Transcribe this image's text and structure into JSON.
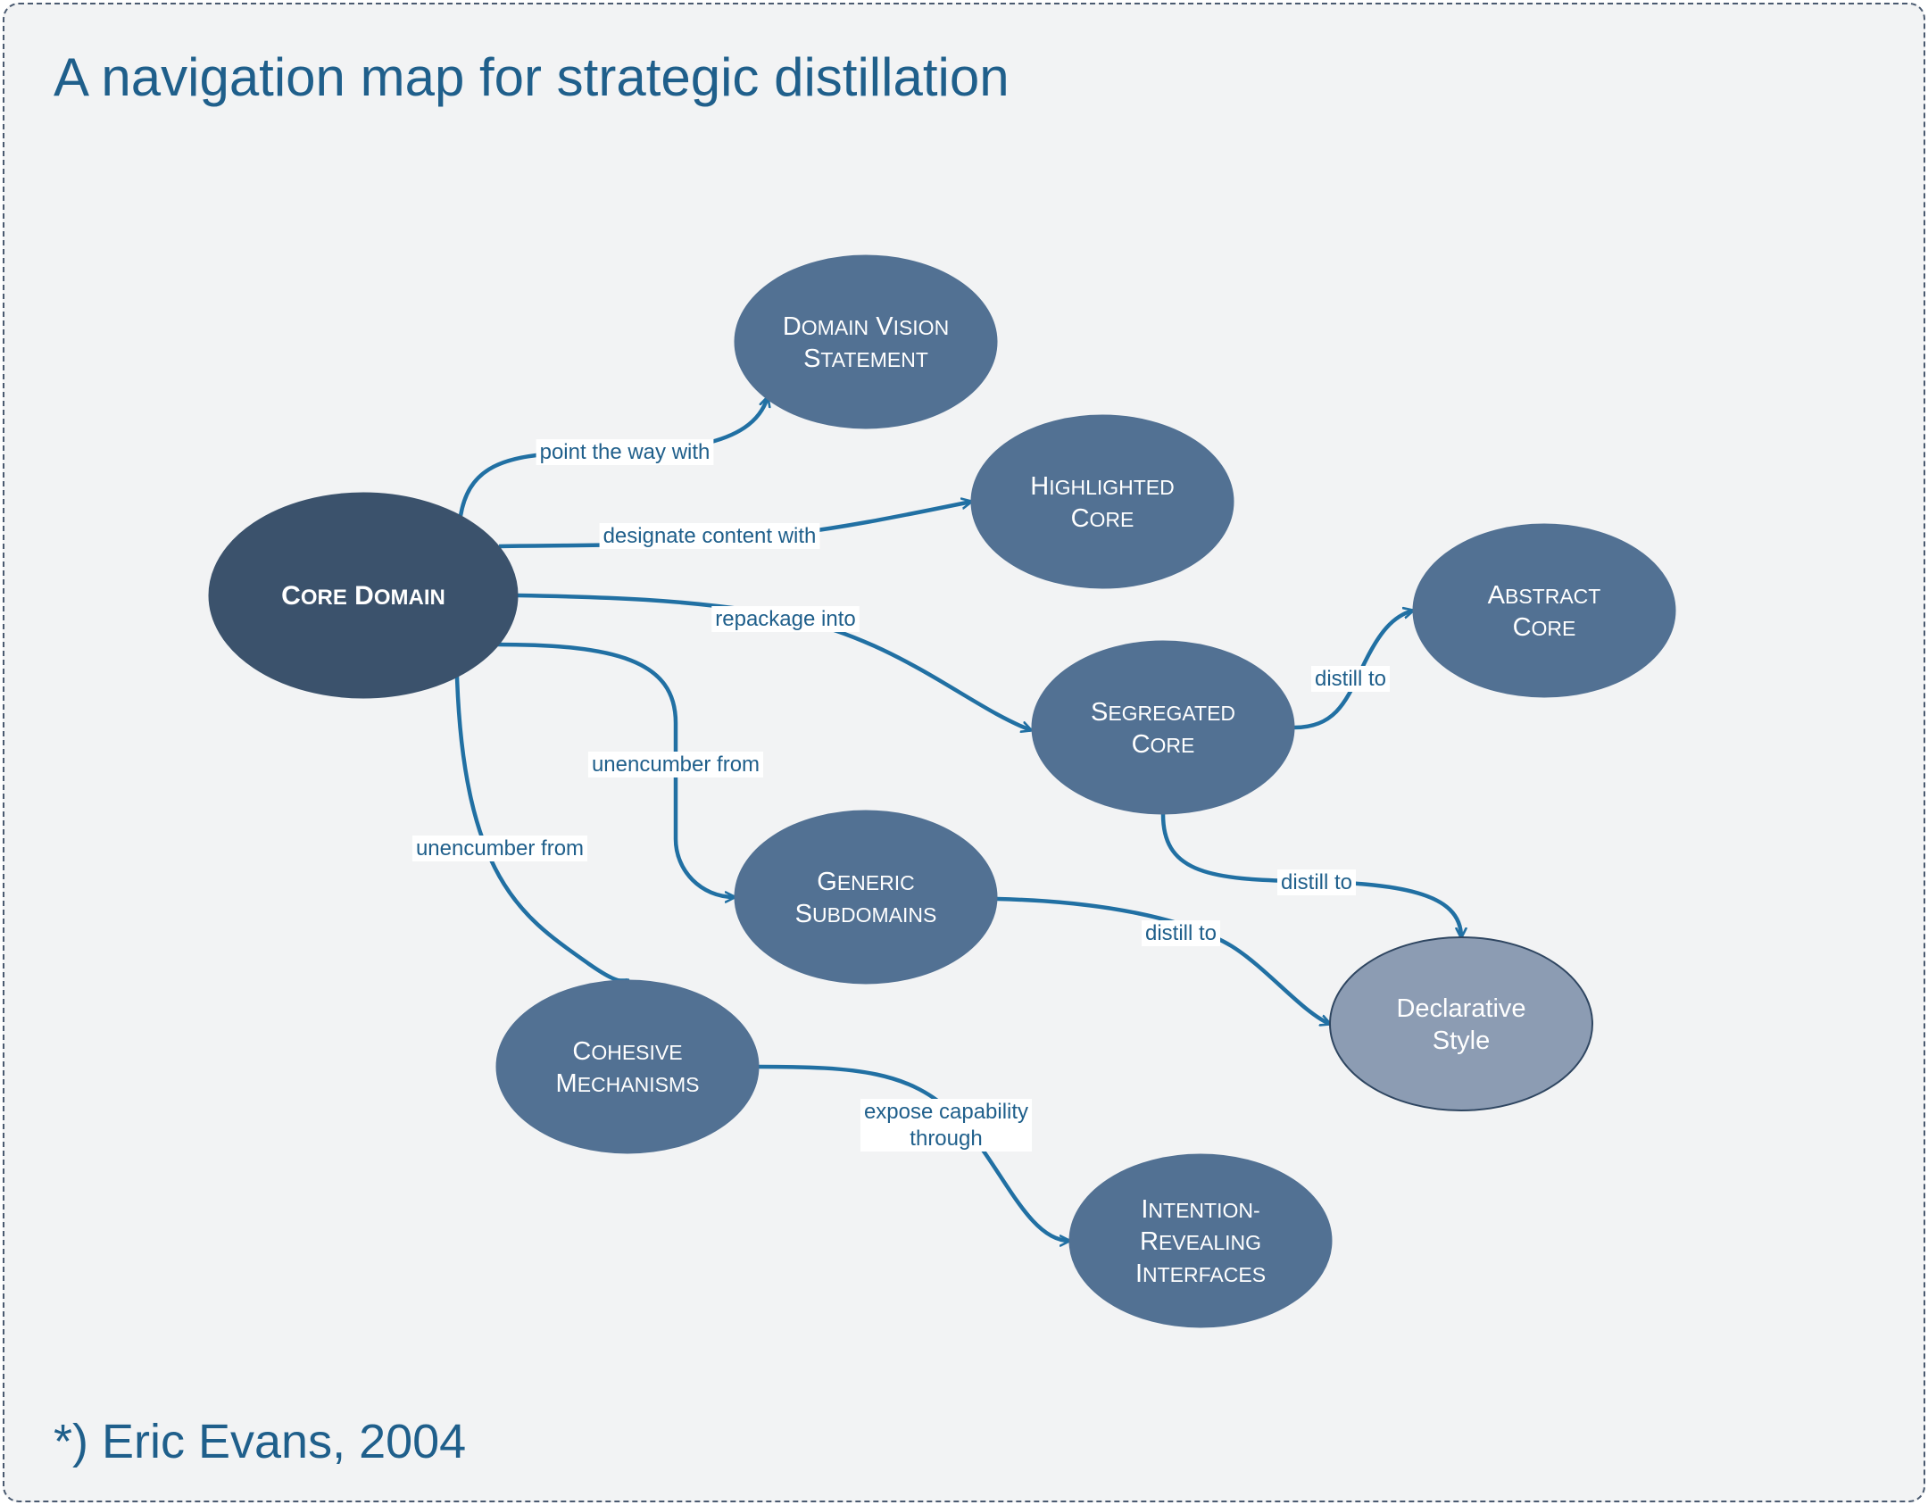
{
  "title": "A navigation map for strategic distillation",
  "credit": "*) Eric Evans, 2004",
  "colors": {
    "background": "#f2f3f4",
    "frame_border": "#4a5a70",
    "text_accent": "#1f5f8b",
    "edge": "#2170a3",
    "node_core": "#3b526c",
    "node_default": "#527193",
    "node_light": "#8c9cb3"
  },
  "nodes": [
    {
      "id": "core-domain",
      "lines": [
        [
          {
            "c": "C",
            "s": "Core"
          },
          {
            "c": "ORE",
            "s": "Core"
          },
          {
            "c": " D",
            "s": "Domain"
          },
          {
            "c": "OMAIN",
            "s": "Domain"
          }
        ]
      ],
      "style": "core"
    },
    {
      "id": "domain-vision-statement",
      "lines": [
        [
          {
            "c": "D",
            "s": "Domain"
          },
          {
            "c": "OMAIN",
            "s": "Domain"
          },
          {
            "c": " V",
            "s": "Vision"
          },
          {
            "c": "ISION",
            "s": "Vision"
          }
        ],
        [
          {
            "c": "S",
            "s": "Statement"
          },
          {
            "c": "TATEMENT",
            "s": "Statement"
          }
        ]
      ],
      "style": "default"
    },
    {
      "id": "highlighted-core",
      "lines": [
        [
          {
            "c": "H",
            "s": "Highlighted"
          },
          {
            "c": "IGHLIGHTED",
            "s": "Highlighted"
          }
        ],
        [
          {
            "c": "C",
            "s": "Core"
          },
          {
            "c": "ORE",
            "s": "Core"
          }
        ]
      ],
      "style": "default"
    },
    {
      "id": "abstract-core",
      "lines": [
        [
          {
            "c": "A",
            "s": "Abstract"
          },
          {
            "c": "BSTRACT",
            "s": "Abstract"
          }
        ],
        [
          {
            "c": "C",
            "s": "Core"
          },
          {
            "c": "ORE",
            "s": "Core"
          }
        ]
      ],
      "style": "default"
    },
    {
      "id": "segregated-core",
      "lines": [
        [
          {
            "c": "S",
            "s": "Segregated"
          },
          {
            "c": "EGREGATED",
            "s": "Segregated"
          }
        ],
        [
          {
            "c": "C",
            "s": "Core"
          },
          {
            "c": "ORE",
            "s": "Core"
          }
        ]
      ],
      "style": "default"
    },
    {
      "id": "generic-subdomains",
      "lines": [
        [
          {
            "c": "G",
            "s": "Generic"
          },
          {
            "c": "ENERIC",
            "s": "Generic"
          }
        ],
        [
          {
            "c": "S",
            "s": "Subdomains"
          },
          {
            "c": "UBDOMAINS",
            "s": "Subdomains"
          }
        ]
      ],
      "style": "default"
    },
    {
      "id": "declarative-style",
      "lines": [
        [
          {
            "c": "Declarative",
            "s": "Declarative"
          }
        ],
        [
          {
            "c": "Style",
            "s": "Style"
          }
        ]
      ],
      "style": "light"
    },
    {
      "id": "cohesive-mechanisms",
      "lines": [
        [
          {
            "c": "C",
            "s": "Cohesive"
          },
          {
            "c": "OHESIVE",
            "s": "Cohesive"
          }
        ],
        [
          {
            "c": "M",
            "s": "Mechanisms"
          },
          {
            "c": "ECHANISMS",
            "s": "Mechanisms"
          }
        ]
      ],
      "style": "default"
    },
    {
      "id": "intention-revealing-interfaces",
      "lines": [
        [
          {
            "c": "I",
            "s": "Intention-"
          },
          {
            "c": "NTENTION-",
            "s": "Intention-"
          }
        ],
        [
          {
            "c": "R",
            "s": "Revealing"
          },
          {
            "c": "EVEALING",
            "s": "Revealing"
          }
        ],
        [
          {
            "c": "I",
            "s": "Interfaces"
          },
          {
            "c": "NTERFACES",
            "s": "Interfaces"
          }
        ]
      ],
      "style": "default"
    }
  ],
  "edges": [
    {
      "from": "core-domain",
      "to": "domain-vision-statement",
      "label": [
        "point the way with"
      ]
    },
    {
      "from": "core-domain",
      "to": "highlighted-core",
      "label": [
        "designate content with"
      ]
    },
    {
      "from": "core-domain",
      "to": "segregated-core",
      "label": [
        "repackage into"
      ]
    },
    {
      "from": "core-domain",
      "to": "generic-subdomains",
      "label": [
        "unencumber from"
      ]
    },
    {
      "from": "core-domain",
      "to": "cohesive-mechanisms",
      "label": [
        "unencumber from"
      ]
    },
    {
      "from": "segregated-core",
      "to": "abstract-core",
      "label": [
        "distill to"
      ]
    },
    {
      "from": "segregated-core",
      "to": "declarative-style",
      "label": [
        "distill to"
      ]
    },
    {
      "from": "generic-subdomains",
      "to": "declarative-style",
      "label": [
        "distill to"
      ]
    },
    {
      "from": "cohesive-mechanisms",
      "to": "intention-revealing-interfaces",
      "label": [
        "expose capability",
        "through"
      ]
    }
  ]
}
